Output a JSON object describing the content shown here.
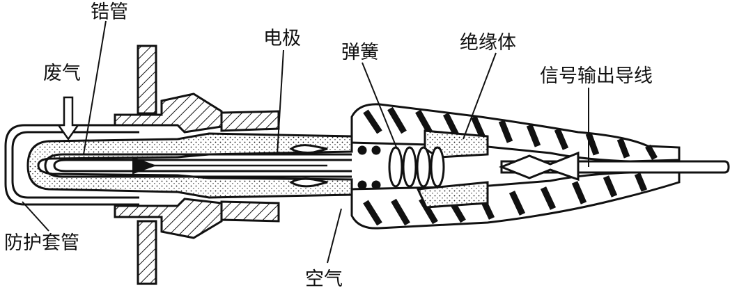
{
  "labels": {
    "zirconia_tube": "锆管",
    "exhaust": "废气",
    "electrode": "电极",
    "spring": "弹簧",
    "insulator": "绝缘体",
    "signal_wire": "信号输出导线",
    "protective_sleeve": "防护套管",
    "air": "空气"
  },
  "colors": {
    "ink": "#111111",
    "paper": "#ffffff"
  }
}
